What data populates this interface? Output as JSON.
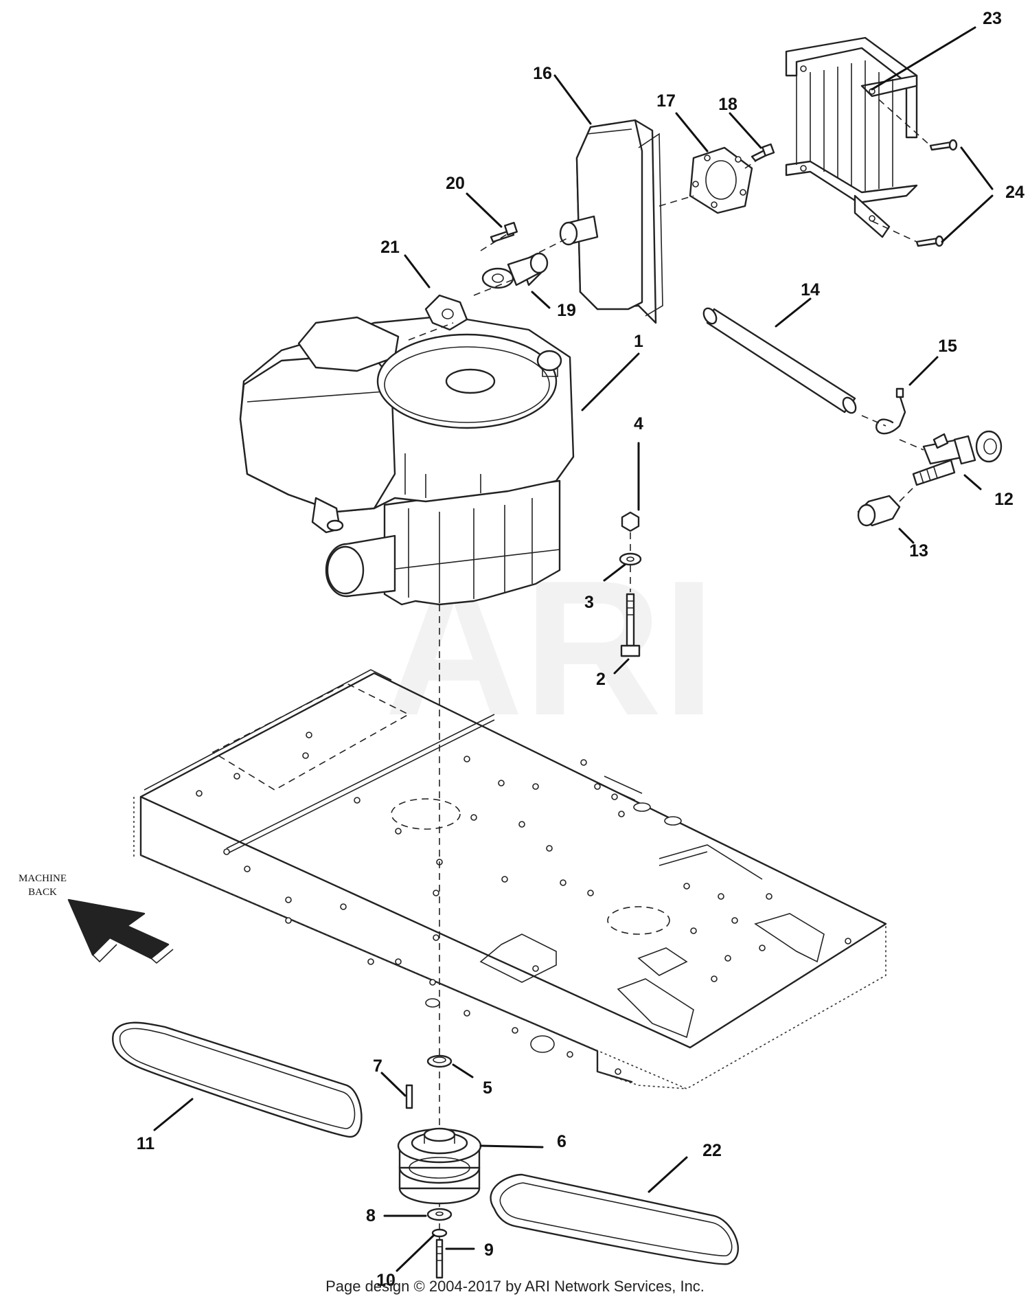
{
  "watermark": "ARI",
  "direction_label": {
    "line1": "MACHINE",
    "line2": "BACK"
  },
  "footer": "Page design © 2004-2017 by ARI Network Services, Inc.",
  "callouts": {
    "n1": "1",
    "n2": "2",
    "n3": "3",
    "n4": "4",
    "n5": "5",
    "n6": "6",
    "n7": "7",
    "n8": "8",
    "n9": "9",
    "n10": "10",
    "n11": "11",
    "n12": "12",
    "n13": "13",
    "n14": "14",
    "n15": "15",
    "n16": "16",
    "n17": "17",
    "n18": "18",
    "n19": "19",
    "n20": "20",
    "n21": "21",
    "n22": "22",
    "n23": "23",
    "n24": "24"
  }
}
